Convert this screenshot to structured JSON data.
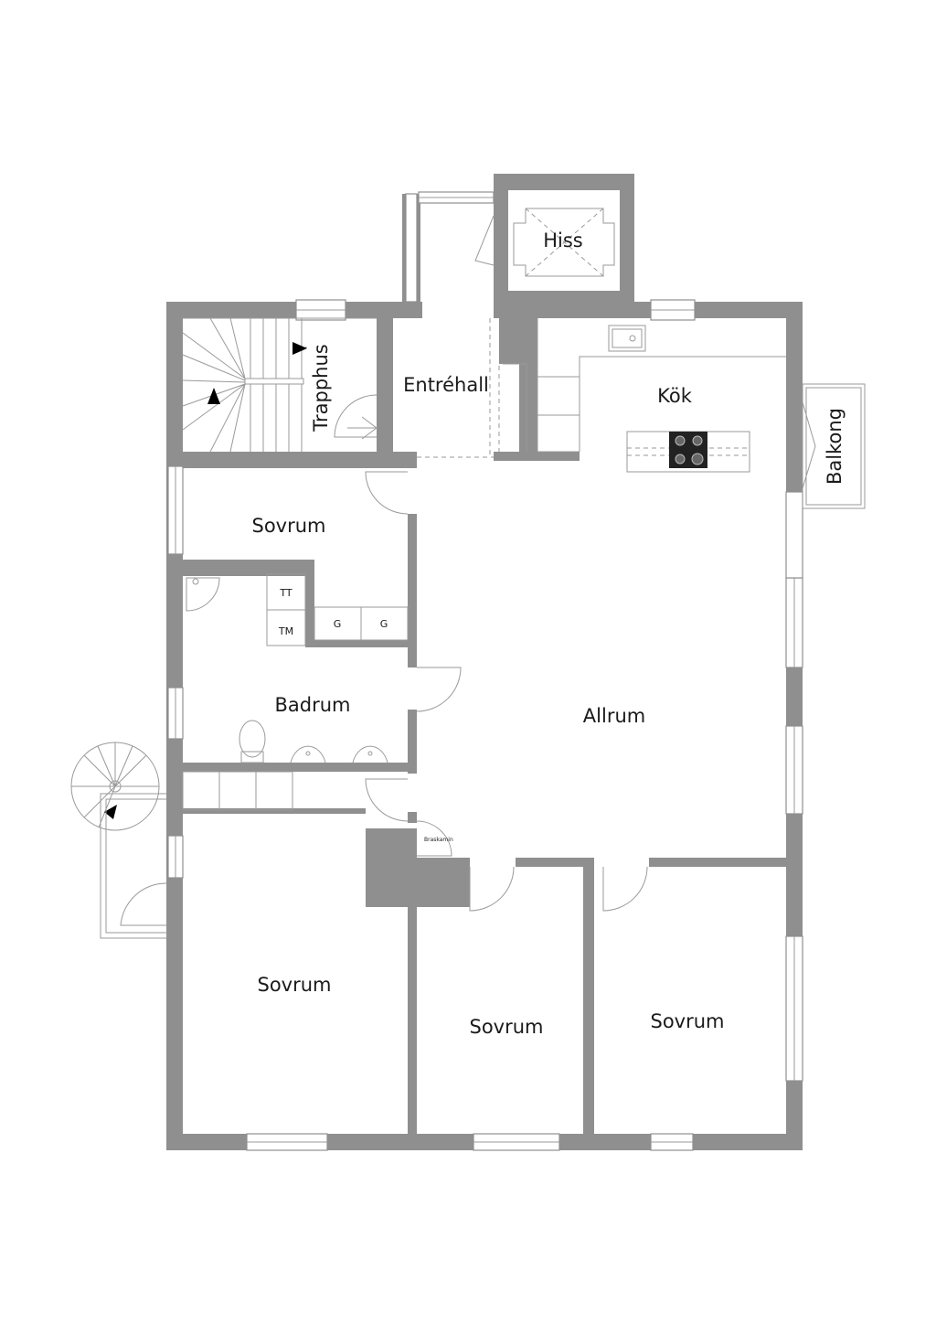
{
  "rooms": {
    "hiss": "Hiss",
    "entrehall": "Entréhall",
    "trapphus": "Trapphus",
    "kok": "Kök",
    "balkong": "Balkong",
    "sovrum_top": "Sovrum",
    "badrum": "Badrum",
    "allrum": "Allrum",
    "sovrum_bl": "Sovrum",
    "sovrum_bm": "Sovrum",
    "sovrum_br": "Sovrum"
  },
  "fixtures": {
    "tt": "TT",
    "tm": "TM",
    "g1": "G",
    "g2": "G",
    "braskamin": "Braskamin"
  }
}
